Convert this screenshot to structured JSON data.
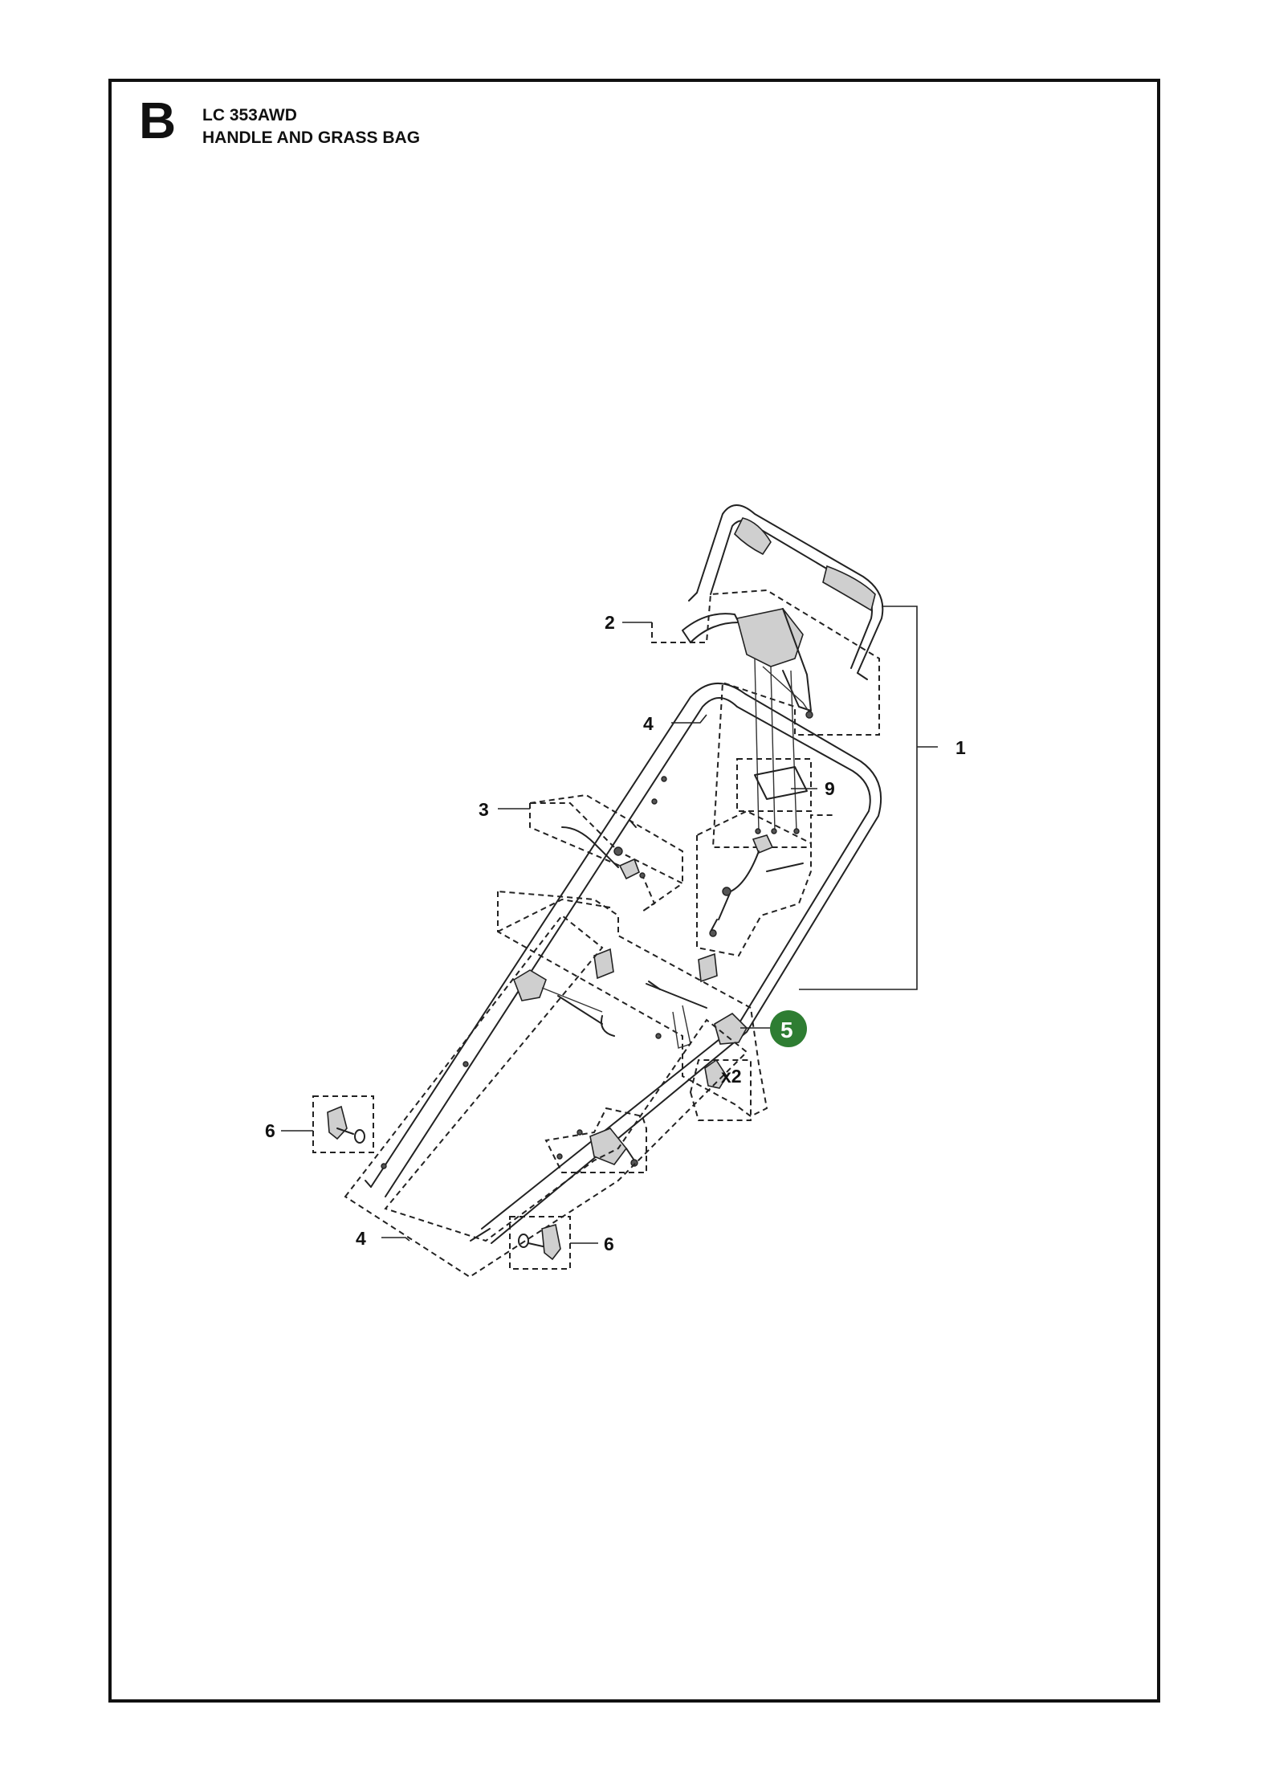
{
  "header": {
    "section_letter": "B",
    "model": "LC 353AWD",
    "title": "HANDLE AND GRASS BAG"
  },
  "callouts": {
    "c1": "1",
    "c2": "2",
    "c3": "3",
    "c4_top": "4",
    "c4_bottom": "4",
    "c5": "5",
    "c6_left": "6",
    "c6_right": "6",
    "c9": "9",
    "x2": "x2"
  },
  "colors": {
    "highlight": "#2e7d32",
    "line": "#222222"
  }
}
